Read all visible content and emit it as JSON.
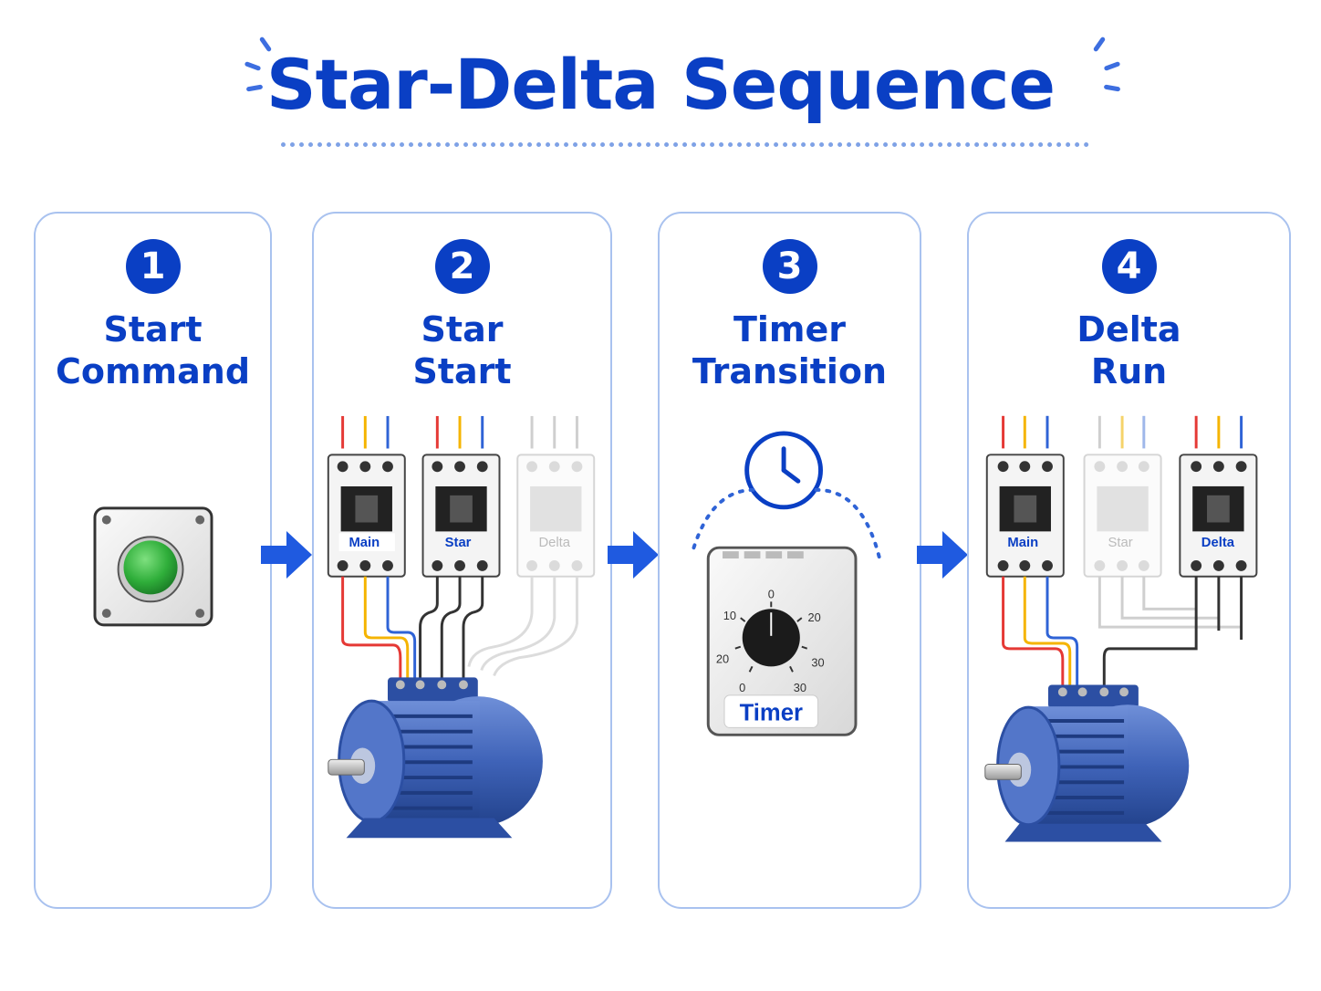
{
  "title": "Star-Delta Sequence",
  "colors": {
    "accent": "#0a3fc4",
    "border": "#a9c2ef",
    "motor": "#3f63b8",
    "button": "#2fae3a",
    "wire_red": "#e53935",
    "wire_yellow": "#f5b400",
    "wire_blue": "#2f63d6"
  },
  "steps": [
    {
      "number": "1",
      "line1": "Start",
      "line2": "Command",
      "icon": "push-button-icon"
    },
    {
      "number": "2",
      "line1": "Star",
      "line2": "Start",
      "icon": "motor-icon",
      "contactors": [
        {
          "label": "Main",
          "active": true
        },
        {
          "label": "Star",
          "active": true
        },
        {
          "label": "Delta",
          "active": false
        }
      ]
    },
    {
      "number": "3",
      "line1": "Timer",
      "line2": "Transition",
      "icon": "clock-icon",
      "timer": {
        "label": "Timer",
        "dial_marks": [
          "0",
          "10",
          "20",
          "20",
          "30",
          "0",
          "30"
        ]
      }
    },
    {
      "number": "4",
      "line1": "Delta",
      "line2": "Run",
      "icon": "motor-icon",
      "contactors": [
        {
          "label": "Main",
          "active": true
        },
        {
          "label": "Star",
          "active": false
        },
        {
          "label": "Delta",
          "active": true
        }
      ]
    }
  ]
}
